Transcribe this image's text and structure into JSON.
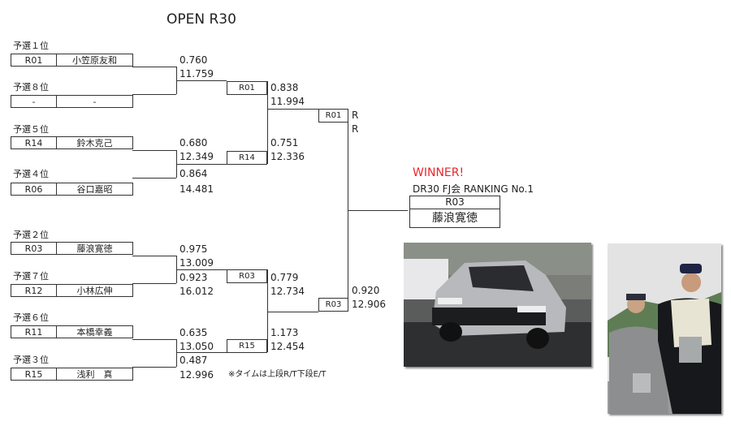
{
  "title": "OPEN R30",
  "entrants": [
    {
      "rank": "予選１位",
      "code": "R01",
      "name": "小笠原友和"
    },
    {
      "rank": "予選８位",
      "code": "-",
      "name": "-"
    },
    {
      "rank": "予選５位",
      "code": "R14",
      "name": "鈴木克己"
    },
    {
      "rank": "予選４位",
      "code": "R06",
      "name": "谷口嘉昭"
    },
    {
      "rank": "予選２位",
      "code": "R03",
      "name": "藤浪寛徳"
    },
    {
      "rank": "予選７位",
      "code": "R12",
      "name": "小林広伸"
    },
    {
      "rank": "予選６位",
      "code": "R11",
      "name": "本橋幸義"
    },
    {
      "rank": "予選３位",
      "code": "R15",
      "name": "浅利　真"
    }
  ],
  "round1": {
    "times": [
      {
        "rt": "0.760",
        "et": "11.759"
      },
      {
        "rt": "0.680",
        "et": "12.349"
      },
      {
        "rt": "0.864",
        "et": "14.481"
      },
      {
        "rt": "0.975",
        "et": "13.009"
      },
      {
        "rt": "0.923",
        "et": "16.012"
      },
      {
        "rt": "0.635",
        "et": "13.050"
      },
      {
        "rt": "0.487",
        "et": "12.996"
      }
    ],
    "winners": [
      "R01",
      "R14",
      "R03",
      "R15"
    ]
  },
  "round2": {
    "times": [
      {
        "rt": "0.838",
        "et": "11.994"
      },
      {
        "rt": "0.751",
        "et": "12.336"
      },
      {
        "rt": "0.779",
        "et": "12.734"
      },
      {
        "rt": "1.173",
        "et": "12.454"
      }
    ],
    "winners": [
      "R01",
      "R03"
    ]
  },
  "final": {
    "times": [
      {
        "rt": "R",
        "et": "R"
      },
      {
        "rt": "0.920",
        "et": "12.906"
      }
    ]
  },
  "winner": {
    "heading": "WINNER!",
    "subtitle": "DR30 FJ会 RANKING No.1",
    "code": "R03",
    "name": "藤浪寛徳",
    "color": "#e8262b"
  },
  "note": "※タイムは上段R/T下段E/T"
}
